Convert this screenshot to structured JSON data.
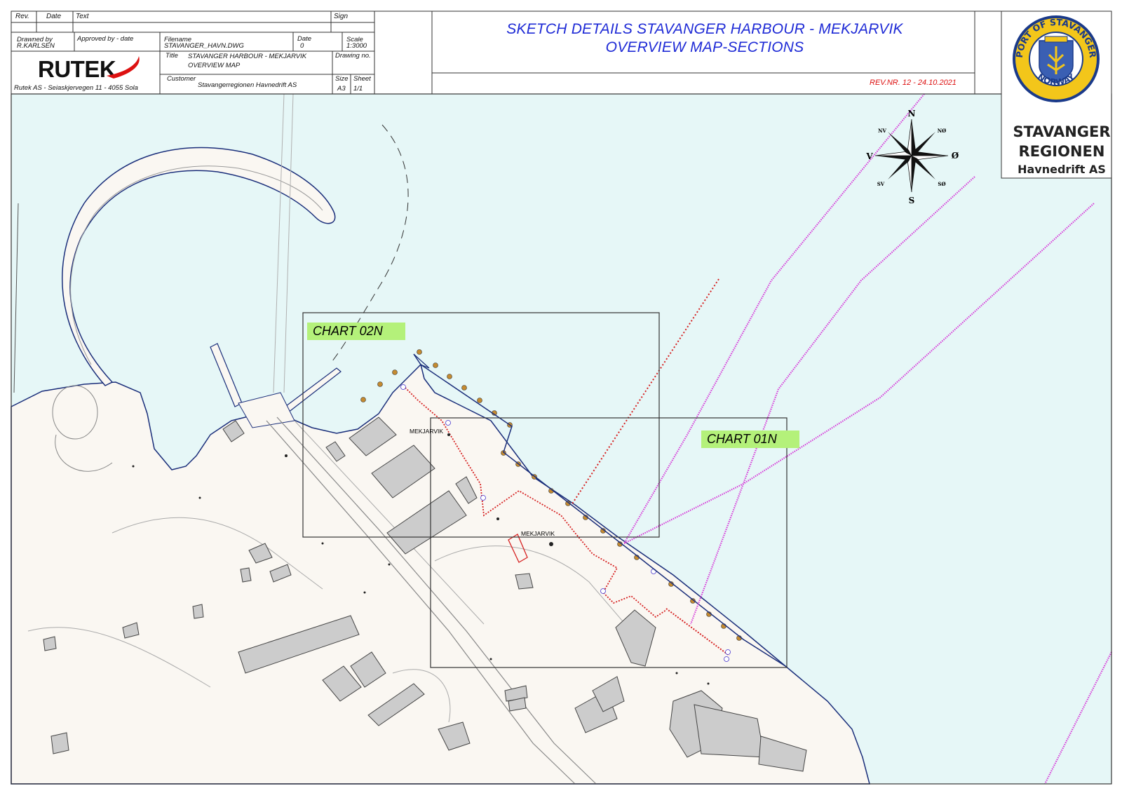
{
  "title_block": {
    "rev_header": "Rev.",
    "date_header": "Date",
    "text_header": "Text",
    "sign_header": "Sign",
    "drawn_by_label": "Drawned by",
    "drawn_by_value": "R.KARLSEN",
    "approved_label": "Approved by - date",
    "filename_label": "Filename",
    "filename_value": "STAVANGER_HAVN.DWG",
    "date_label": "Date",
    "date_value": "0",
    "scale_label": "Scale",
    "scale_value": "1:3000",
    "title_label": "Title",
    "title_line1": "STAVANGER HARBOUR - MEKJARVIK",
    "title_line2": "OVERVIEW MAP",
    "drawing_no_label": "Drawing no.",
    "customer_label": "Customer",
    "customer_value": "Stavangerregionen Havnedrift AS",
    "size_label": "Size",
    "size_value": "A3",
    "sheet_label": "Sheet",
    "sheet_value": "1/1",
    "company_logo": "RUTEK",
    "company_address": "Rutek AS - Seiaskjervegen 11 - 4055 Sola"
  },
  "header": {
    "title_line1": "SKETCH DETAILS STAVANGER HARBOUR - MEKJARVIK",
    "title_line2": "OVERVIEW MAP-SECTIONS",
    "revision": "REV.NR. 12 - 24.10.2021"
  },
  "port_logo": {
    "seal_text_top": "PORT OF STAVANGER",
    "seal_text_bottom": "NORWAY",
    "name_line1": "STAVANGER",
    "name_line2": "REGIONEN",
    "name_line3": "Havnedrift AS"
  },
  "compass": {
    "n": "N",
    "s": "S",
    "e": "Ø",
    "w": "V",
    "ne": "NØ",
    "nw": "NV",
    "se": "SØ",
    "sw": "SV"
  },
  "map": {
    "chart_02n": "CHART 02N",
    "chart_01n": "CHART 01N",
    "place_label_1": "MEKJARVIK",
    "place_label_2": "MEKJARVIK"
  },
  "colors": {
    "water": "#e6f7f7",
    "land": "#faf7f2",
    "building": "#cccccc",
    "route": "#d63cd9",
    "quay_dotted": "#d62020",
    "coastline": "#1a2e7a",
    "chart_label_bg": "#b4f17a",
    "title_blue": "#1f2bd6"
  }
}
